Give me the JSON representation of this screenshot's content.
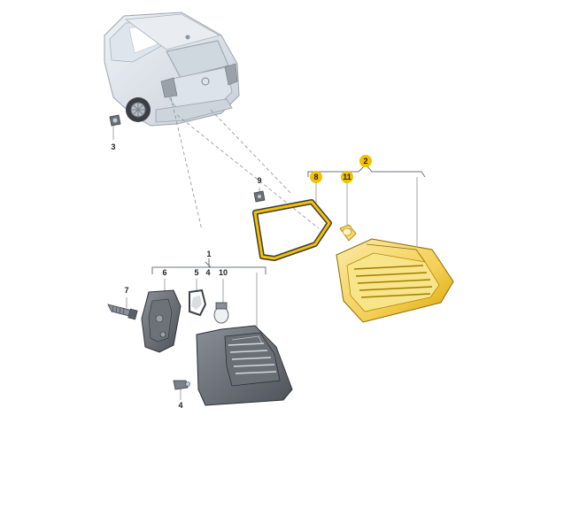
{
  "diagram": {
    "callouts": {
      "c1": "1",
      "c2": "2",
      "c3": "3",
      "c4a": "4",
      "c4b": "4",
      "c5": "5",
      "c6": "6",
      "c7": "7",
      "c8": "8",
      "c9": "9",
      "c10": "10",
      "c11": "11"
    },
    "highlighted_callouts": [
      "2",
      "8",
      "11"
    ],
    "colors": {
      "highlight_yellow": "#f2c100",
      "highlight_fill": "#f6d86a",
      "part_gray": "#5b5f66",
      "line_gray": "#777b80"
    }
  }
}
